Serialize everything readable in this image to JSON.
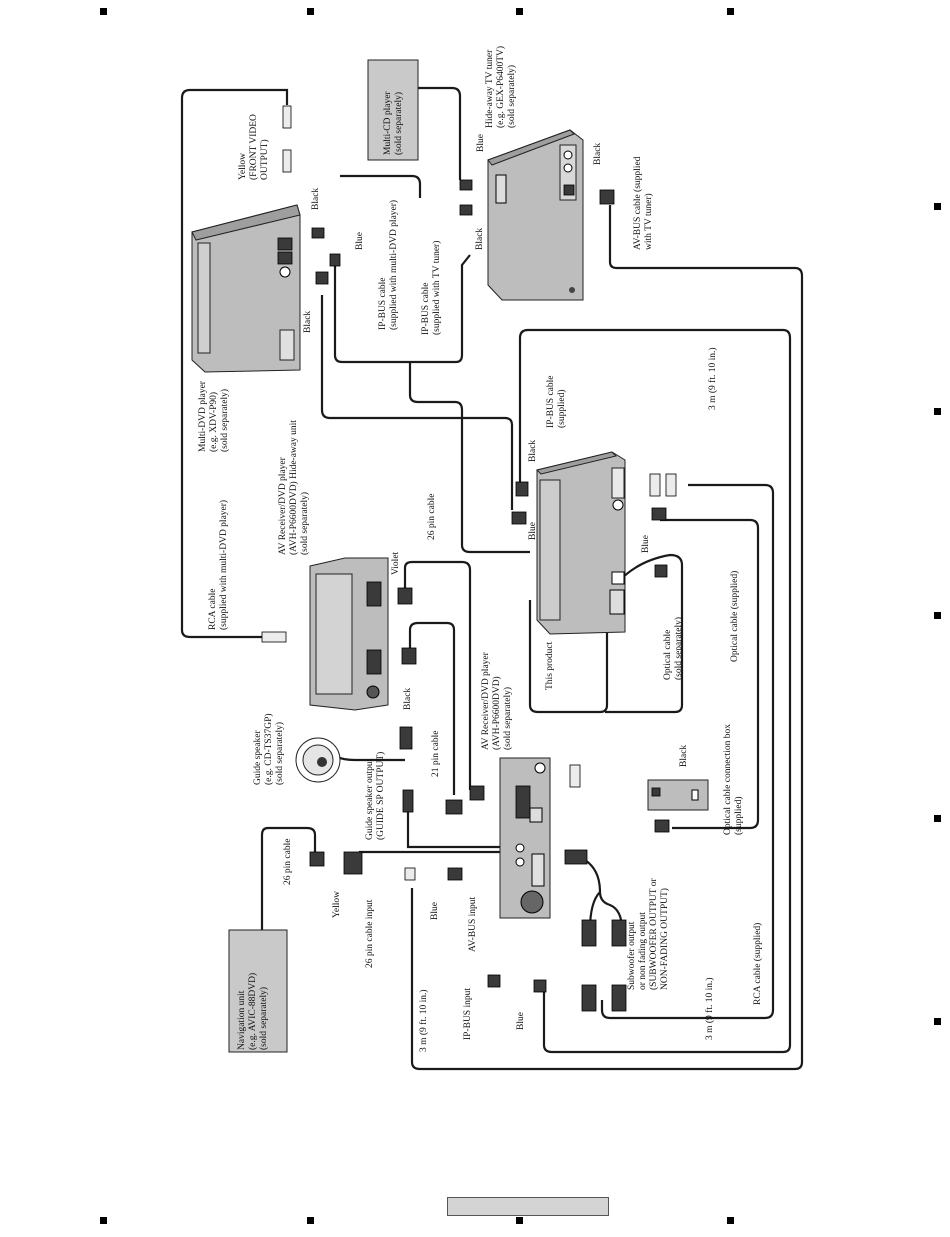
{
  "labels": {
    "nav_unit": [
      "Navigation unit",
      "(e.g. AVIC-88DVD)",
      "(sold separately)"
    ],
    "multi_cd": [
      "Multi-CD player",
      "(sold separately)"
    ],
    "tv_tuner": [
      "Hide-away TV tuner",
      "(e.g. GEX-P6400TV)",
      "(sold separately)"
    ],
    "av_bus_cable_tuner": [
      "AV-BUS cable (supplied",
      "with TV tuner)"
    ],
    "yellow_front_video": [
      "Yellow",
      "(FRONT VIDEO",
      "OUTPUT)"
    ],
    "multi_dvd": [
      "Multi-DVD player",
      "(e.g. XDV-P90)",
      "(sold separately)"
    ],
    "ipbus_multidvd": [
      "IP-BUS cable",
      "(supplied with multi-DVD player)"
    ],
    "ipbus_tuner": [
      "IP-BUS cable",
      "(supplied with TV tuner)"
    ],
    "ipbus_supplied": [
      "IP-BUS cable",
      "(supplied)"
    ],
    "three_m": "3 m (9 ft. 10 in.)",
    "rca_multidvd": [
      "RCA cable",
      "(supplied with multi-DVD player)"
    ],
    "avh_hideaway": [
      "AV Receiver/DVD player",
      "(AVH-P6600DVD) Hide-away unit",
      "(sold separately)"
    ],
    "pin26_cable": "26 pin cable",
    "violet": "Violet",
    "black": "Black",
    "blue": "Blue",
    "yellow": "Yellow",
    "this_product": "This product",
    "optical_sold": [
      "Optical cable",
      "(sold separately)"
    ],
    "optical_supplied": "Optical cable (supplied)",
    "avh_player": [
      "AV Receiver/DVD player",
      "(AVH-P6600DVD)",
      "(sold separately)"
    ],
    "guide_speaker": [
      "Guide speaker",
      "(e.g. CD-TS37GP)",
      "(sold separately)"
    ],
    "guide_sp_output": [
      "Guide speaker output",
      "(GUIDE SP OUTPUT)"
    ],
    "pin21_cable": "21 pin cable",
    "optical_box": [
      "Optical cable connection box",
      "(supplied)"
    ],
    "pin26_input": "26 pin cable input",
    "av_bus_input": "AV-BUS input",
    "ip_bus_input": "IP-BUS input",
    "subwoofer": [
      "Subwoofer output",
      "or non fading output",
      "(SUBWOOFER OUTPUT or",
      "NON-FADING OUTPUT)"
    ],
    "rca_supplied": "RCA cable (supplied)"
  }
}
